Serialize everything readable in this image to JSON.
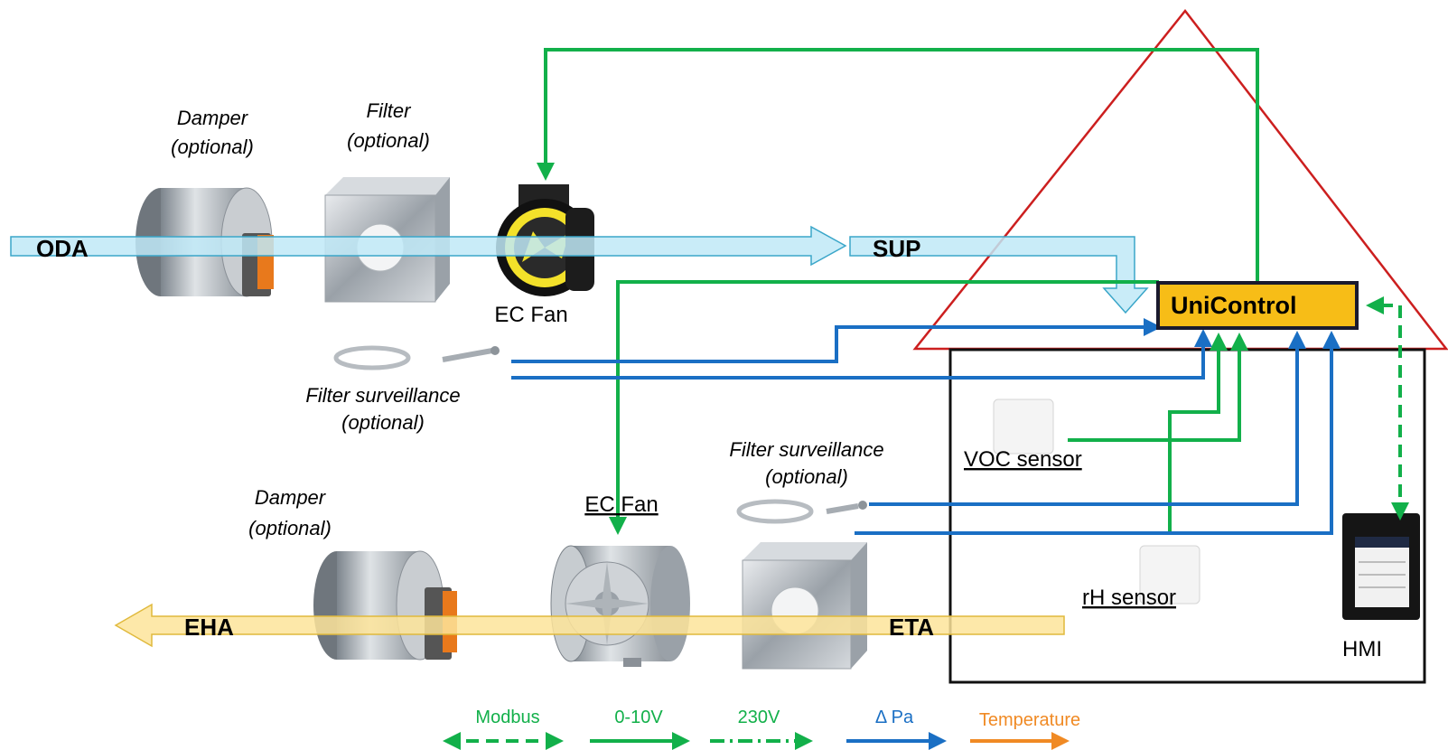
{
  "labels": {
    "damper_top": [
      "Damper",
      "(optional)"
    ],
    "filter_top": [
      "Filter",
      "(optional)"
    ],
    "ec_fan_top": "EC Fan",
    "filter_surv_top": [
      "Filter surveillance",
      "(optional)"
    ],
    "damper_bottom": [
      "Damper",
      "(optional)"
    ],
    "ec_fan_bottom": "EC Fan",
    "filter_surv_bottom": [
      "Filter surveillance",
      "(optional)"
    ],
    "voc_sensor": "VOC sensor",
    "rh_sensor": "rH sensor",
    "hmi": "HMI",
    "unicontrol": "UniControl"
  },
  "air_flows": {
    "oda": "ODA",
    "sup": "SUP",
    "eha": "EHA",
    "eta": "ETA"
  },
  "legend": {
    "modbus": "Modbus",
    "v010": "0-10V",
    "v230": "230V",
    "dpa": "Δ Pa",
    "temperature": "Temperature"
  },
  "colors": {
    "green": "#12b04a",
    "blue": "#1a6fc4",
    "orange": "#f08a24",
    "house_outline": "#cc1f1f",
    "controller_fill": "#f7bd17",
    "supply_air": "#bfe9f7",
    "extract_air": "#fde49a"
  }
}
